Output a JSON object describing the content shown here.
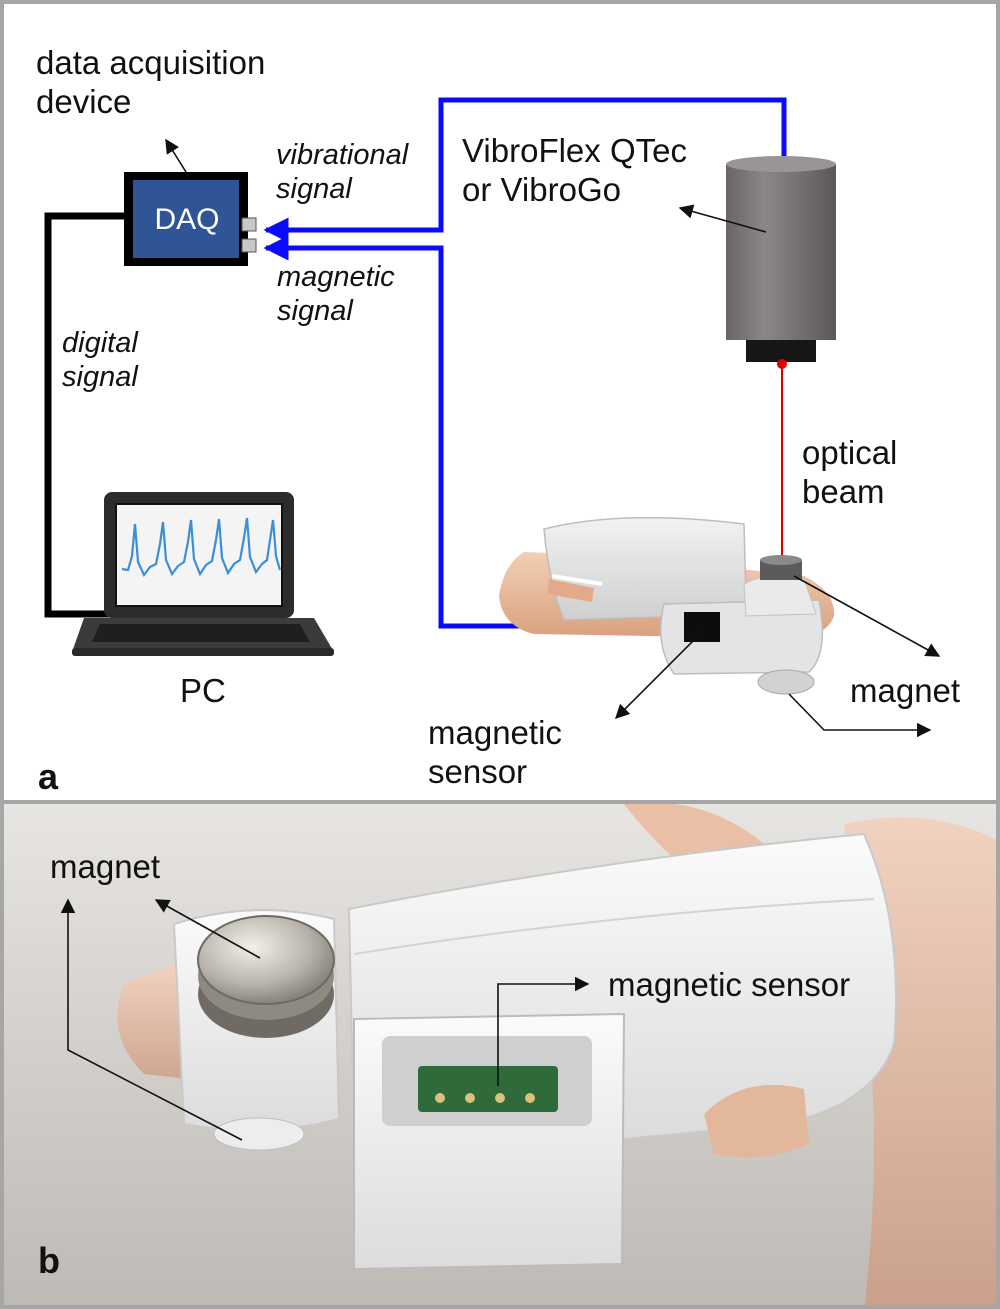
{
  "panel_a": {
    "letter": "a",
    "daq_box_label": "DAQ",
    "daq_title": "data acquisition\ndevice",
    "vibrational_signal_label": "vibrational\nsignal",
    "magnetic_signal_label": "magnetic\nsignal",
    "digital_signal_label": "digital\nsignal",
    "vibrometer_label": "VibroFlex QTec\nor VibroGo",
    "optical_beam_label": "optical\nbeam",
    "pc_label": "PC",
    "magnetic_sensor_label": "magnetic\nsensor",
    "magnet_label": "magnet"
  },
  "panel_b": {
    "letter": "b",
    "magnet_label": "magnet",
    "magnetic_sensor_label": "magnetic sensor"
  },
  "colors": {
    "panel_border": "#a6a6a6",
    "daq_fill": "#2f5597",
    "signal_wire": "#0a0aff",
    "digital_wire": "#000000",
    "laser": "#e00000",
    "trace": "#3a8fd6"
  },
  "icons": [
    "laptop-icon",
    "vibrometer-icon",
    "finger-splint-icon",
    "magnet-icon",
    "sensor-icon"
  ]
}
